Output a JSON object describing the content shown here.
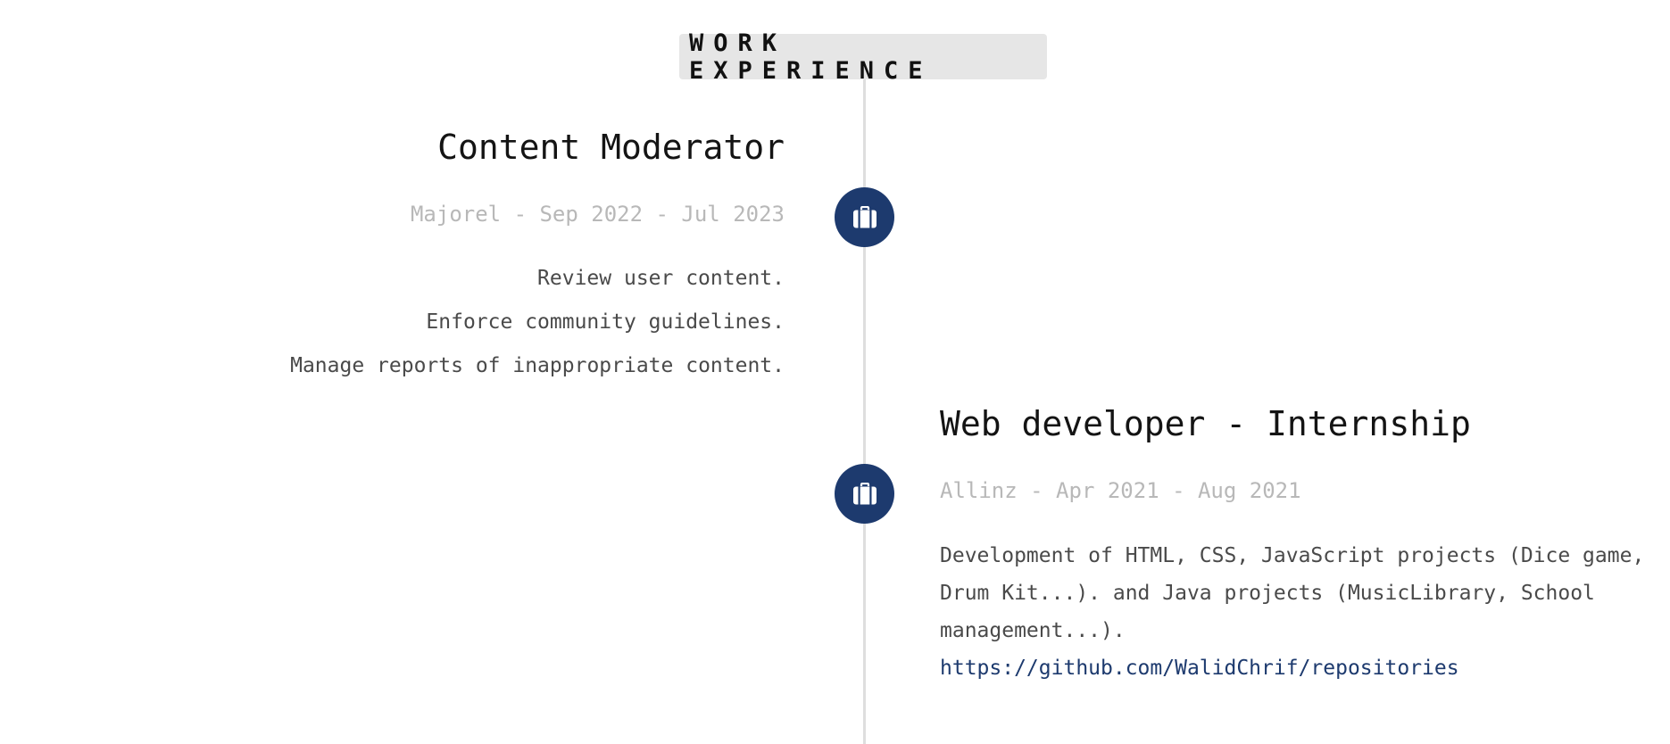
{
  "section": {
    "heading": "WORK EXPERIENCE"
  },
  "jobs": [
    {
      "title": "Content Moderator",
      "meta": "Majorel - Sep 2022 - Jul 2023",
      "icon": "briefcase-icon",
      "duties": [
        "Review user content.",
        "Enforce community guidelines.",
        "Manage reports of inappropriate content."
      ]
    },
    {
      "title": "Web developer - Internship",
      "meta": "Allinz - Apr 2021 - Aug 2021",
      "icon": "briefcase-icon",
      "description": "Development of HTML, CSS, JavaScript projects (Dice game, Drum Kit...). and Java projects (MusicLibrary, School management...).",
      "link": "https://github.com/WalidChrif/repositories"
    }
  ],
  "colors": {
    "accent": "#1d3a6e",
    "heading_bg": "#e6e6e6",
    "timeline": "#dedede",
    "meta_text": "#b8b8b8"
  }
}
